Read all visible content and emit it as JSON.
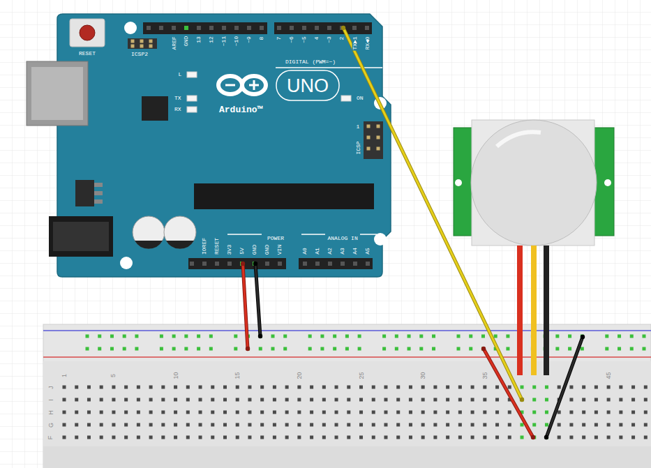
{
  "diagram": {
    "labels": [
      "RESET",
      "ICSP2",
      "AREF",
      "GND",
      "13",
      "12",
      "~11",
      "~10",
      "~9",
      "8",
      "7",
      "~6",
      "~5",
      "4",
      "~3",
      "2",
      "TX▶1",
      "RX◀0",
      "DIGITAL (PWM=~)",
      "L",
      "TX",
      "RX",
      "UNO",
      "Arduino™",
      "ON",
      "1",
      "ICSP",
      "IOREF",
      "RESET",
      "3V3",
      "5V",
      "GND",
      "GND",
      "VIN",
      "POWER",
      "ANALOG IN",
      "A0",
      "A1",
      "A2",
      "A3",
      "A4",
      "A5",
      "1",
      "5",
      "10",
      "15",
      "20",
      "25",
      "30",
      "35",
      "45",
      "J",
      "I",
      "H",
      "G",
      "F"
    ]
  }
}
